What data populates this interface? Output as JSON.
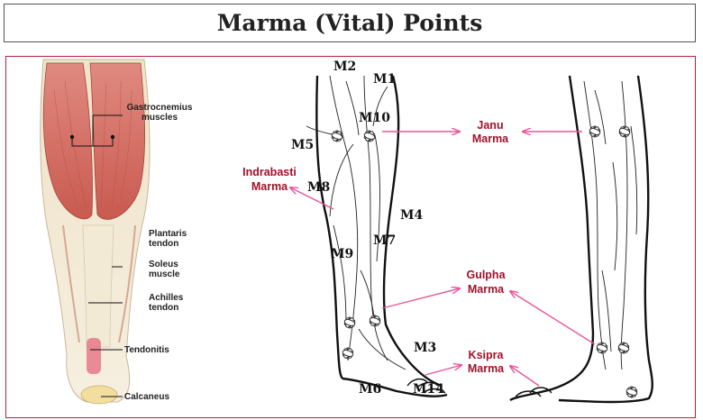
{
  "title": "Marma (Vital) Points",
  "anatomy_labels": {
    "gastrocnemius_1": "Gastrocnemius",
    "gastrocnemius_2": "muscles",
    "plantaris_1": "Plantaris",
    "plantaris_2": "tendon",
    "soleus_1": "Soleus",
    "soleus_2": "muscle",
    "achilles_1": "Achilles",
    "achilles_2": "tendon",
    "tendonitis": "Tendonitis",
    "calcaneus": "Calcaneus"
  },
  "marma_points": {
    "m1": "M1",
    "m2": "M2",
    "m3": "M3",
    "m4": "M4",
    "m5": "M5",
    "m6": "M6",
    "m7": "M7",
    "m8": "M8",
    "m9": "M9",
    "m10": "M10",
    "m14": "M14"
  },
  "marma_names": {
    "janu_1": "Janu",
    "janu_2": "Marma",
    "indrabasti_1": "Indrabasti",
    "indrabasti_2": "Marma",
    "gulpha_1": "Gulpha",
    "gulpha_2": "Marma",
    "ksipra_1": "Ksipra",
    "ksipra_2": "Marma"
  },
  "colors": {
    "arrow": "#e8559a",
    "marma_label": "#a0122a",
    "frame": "#b2223a"
  }
}
